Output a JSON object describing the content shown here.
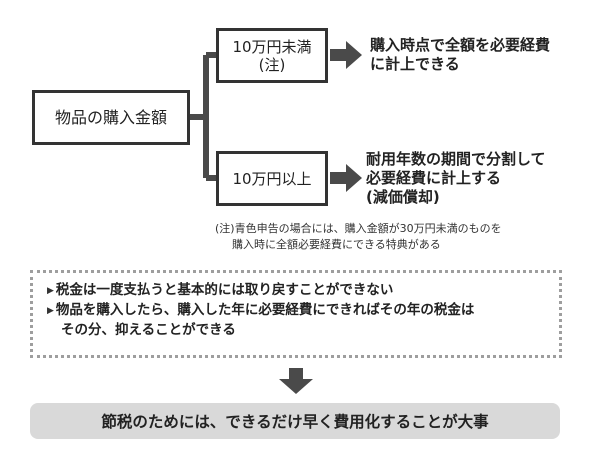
{
  "diagram": {
    "root": {
      "label": "物品の購入金額"
    },
    "branches": [
      {
        "condition_line1": "10万円未満",
        "condition_line2": "(注)",
        "outcome_line1": "購入時点で全額を必要経費",
        "outcome_line2": "に計上できる",
        "outcome_line3": ""
      },
      {
        "condition_line1": "10万円以上",
        "condition_line2": "",
        "outcome_line1": "耐用年数の期間で分割して",
        "outcome_line2": "必要経費に計上する",
        "outcome_line3": "(減価償却)"
      }
    ],
    "note_line1": "(注)青色申告の場合には、購入金額が30万円未満のものを",
    "note_line2": "購入時に全額必要経費にできる特典がある"
  },
  "points": {
    "bullet": "▶",
    "items": [
      {
        "line1": "税金は一度支払うと基本的には取り戻すことができない",
        "line2": ""
      },
      {
        "line1": "物品を購入したら、購入した年に必要経費にできればその年の税金は",
        "line2": "その分、抑えることができる"
      }
    ]
  },
  "conclusion": "節税のためには、できるだけ早く費用化することが大事",
  "colors": {
    "border": "#333333",
    "arrow": "#4a4a4a",
    "dotted": "#9e9e9e",
    "conclusion_bg": "#d9d9d9"
  },
  "icons": {
    "flow_arrow": "right-arrow-icon",
    "down_arrow": "down-arrow-icon"
  }
}
